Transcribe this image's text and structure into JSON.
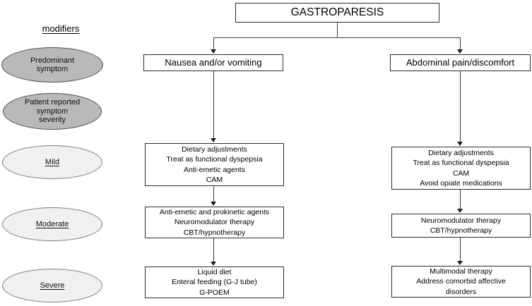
{
  "diagram": {
    "title": "GASTROPARESIS",
    "modifiers_label": "modifiers",
    "modifiers": [
      {
        "label": "Predominant\nsymptom",
        "style": "dark"
      },
      {
        "label": "Patient reported\nsymptom\nseverity",
        "style": "dark"
      },
      {
        "label": "Mild",
        "style": "light"
      },
      {
        "label": "Moderate",
        "style": "light"
      },
      {
        "label": "Severe",
        "style": "light"
      }
    ],
    "branches": [
      {
        "label": "Nausea and/or vomiting"
      },
      {
        "label": "Abdominal  pain/discomfort"
      }
    ],
    "left_column": [
      {
        "severity": "Mild",
        "label": "Dietary adjustments\nTreat as functional  dyspepsia\nAnti-emetic agents\nCAM"
      },
      {
        "severity": "Moderate",
        "label": "Anti-emetic and prokinetic agents\nNeuromodulator  therapy\nCBT/hypnotherapy"
      },
      {
        "severity": "Severe",
        "label": "Liquid diet\nEnteral feeding (G-J tube)\nG-POEM"
      }
    ],
    "right_column": [
      {
        "severity": "Mild",
        "label": "Dietary adjustments\nTreat as functional  dyspepsia\nCAM\nAvoid opiate medications"
      },
      {
        "severity": "Moderate",
        "label": "Neuromodulator  therapy\nCBT/hypnotherapy"
      },
      {
        "severity": "Severe",
        "label": "Multimodal therapy\nAddress comorbid affective\ndisorders"
      }
    ],
    "colors": {
      "dark_ellipse": "#b9b9b9",
      "light_ellipse": "#f0f0f0",
      "box_border": "#2b2b2b",
      "connector": "#3a3a3a",
      "background": "#ffffff"
    }
  }
}
